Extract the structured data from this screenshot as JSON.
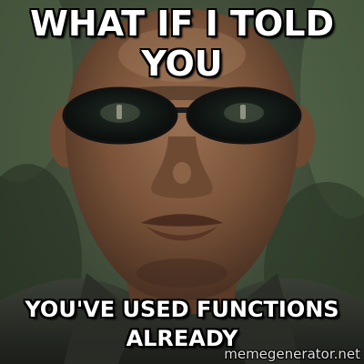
{
  "meme": {
    "top_text": "WHAT IF I TOLD YOU",
    "bottom_text": "YOU'VE USED FUNCTIONS ALREADY",
    "watermark": "memegenerator.net"
  },
  "subject": {
    "description_icon": "morpheus-face-icon",
    "lens_icon": "sunglasses-icon"
  },
  "colors": {
    "caption_text": "#ffffff",
    "caption_outline": "#000000",
    "skin": "#8a6246",
    "lens": "#0f1210",
    "background": "#3c4a37"
  }
}
